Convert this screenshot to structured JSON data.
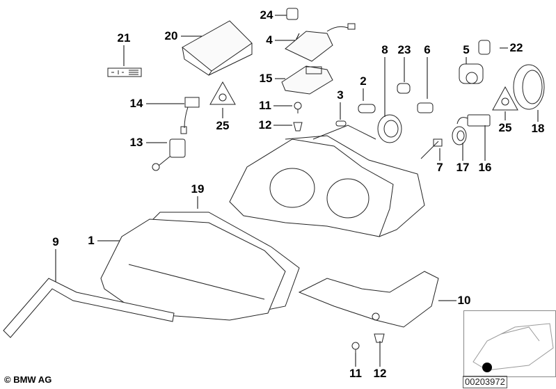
{
  "diagram": {
    "copyright": "© BMW AG",
    "reference_number": "00203972",
    "part_labels": [
      {
        "id": "l24",
        "text": "24"
      },
      {
        "id": "l4",
        "text": "4"
      },
      {
        "id": "l20",
        "text": "20"
      },
      {
        "id": "l21",
        "text": "21"
      },
      {
        "id": "l15",
        "text": "15"
      },
      {
        "id": "l8",
        "text": "8"
      },
      {
        "id": "l23",
        "text": "23"
      },
      {
        "id": "l6",
        "text": "6"
      },
      {
        "id": "l5",
        "text": "5"
      },
      {
        "id": "l22",
        "text": "22"
      },
      {
        "id": "l2",
        "text": "2"
      },
      {
        "id": "l3",
        "text": "3"
      },
      {
        "id": "l11a",
        "text": "11"
      },
      {
        "id": "l12a",
        "text": "12"
      },
      {
        "id": "l14",
        "text": "14"
      },
      {
        "id": "l25a",
        "text": "25"
      },
      {
        "id": "l13",
        "text": "13"
      },
      {
        "id": "l25b",
        "text": "25"
      },
      {
        "id": "l18",
        "text": "18"
      },
      {
        "id": "l7",
        "text": "7"
      },
      {
        "id": "l17",
        "text": "17"
      },
      {
        "id": "l16",
        "text": "16"
      },
      {
        "id": "l19",
        "text": "19"
      },
      {
        "id": "l1",
        "text": "1"
      },
      {
        "id": "l9",
        "text": "9"
      },
      {
        "id": "l10",
        "text": "10"
      },
      {
        "id": "l11b",
        "text": "11"
      },
      {
        "id": "l12b",
        "text": "12"
      }
    ],
    "thumbnail_icon": "car-location-icon",
    "line_color": "#000000",
    "marker_color": "#000000"
  }
}
